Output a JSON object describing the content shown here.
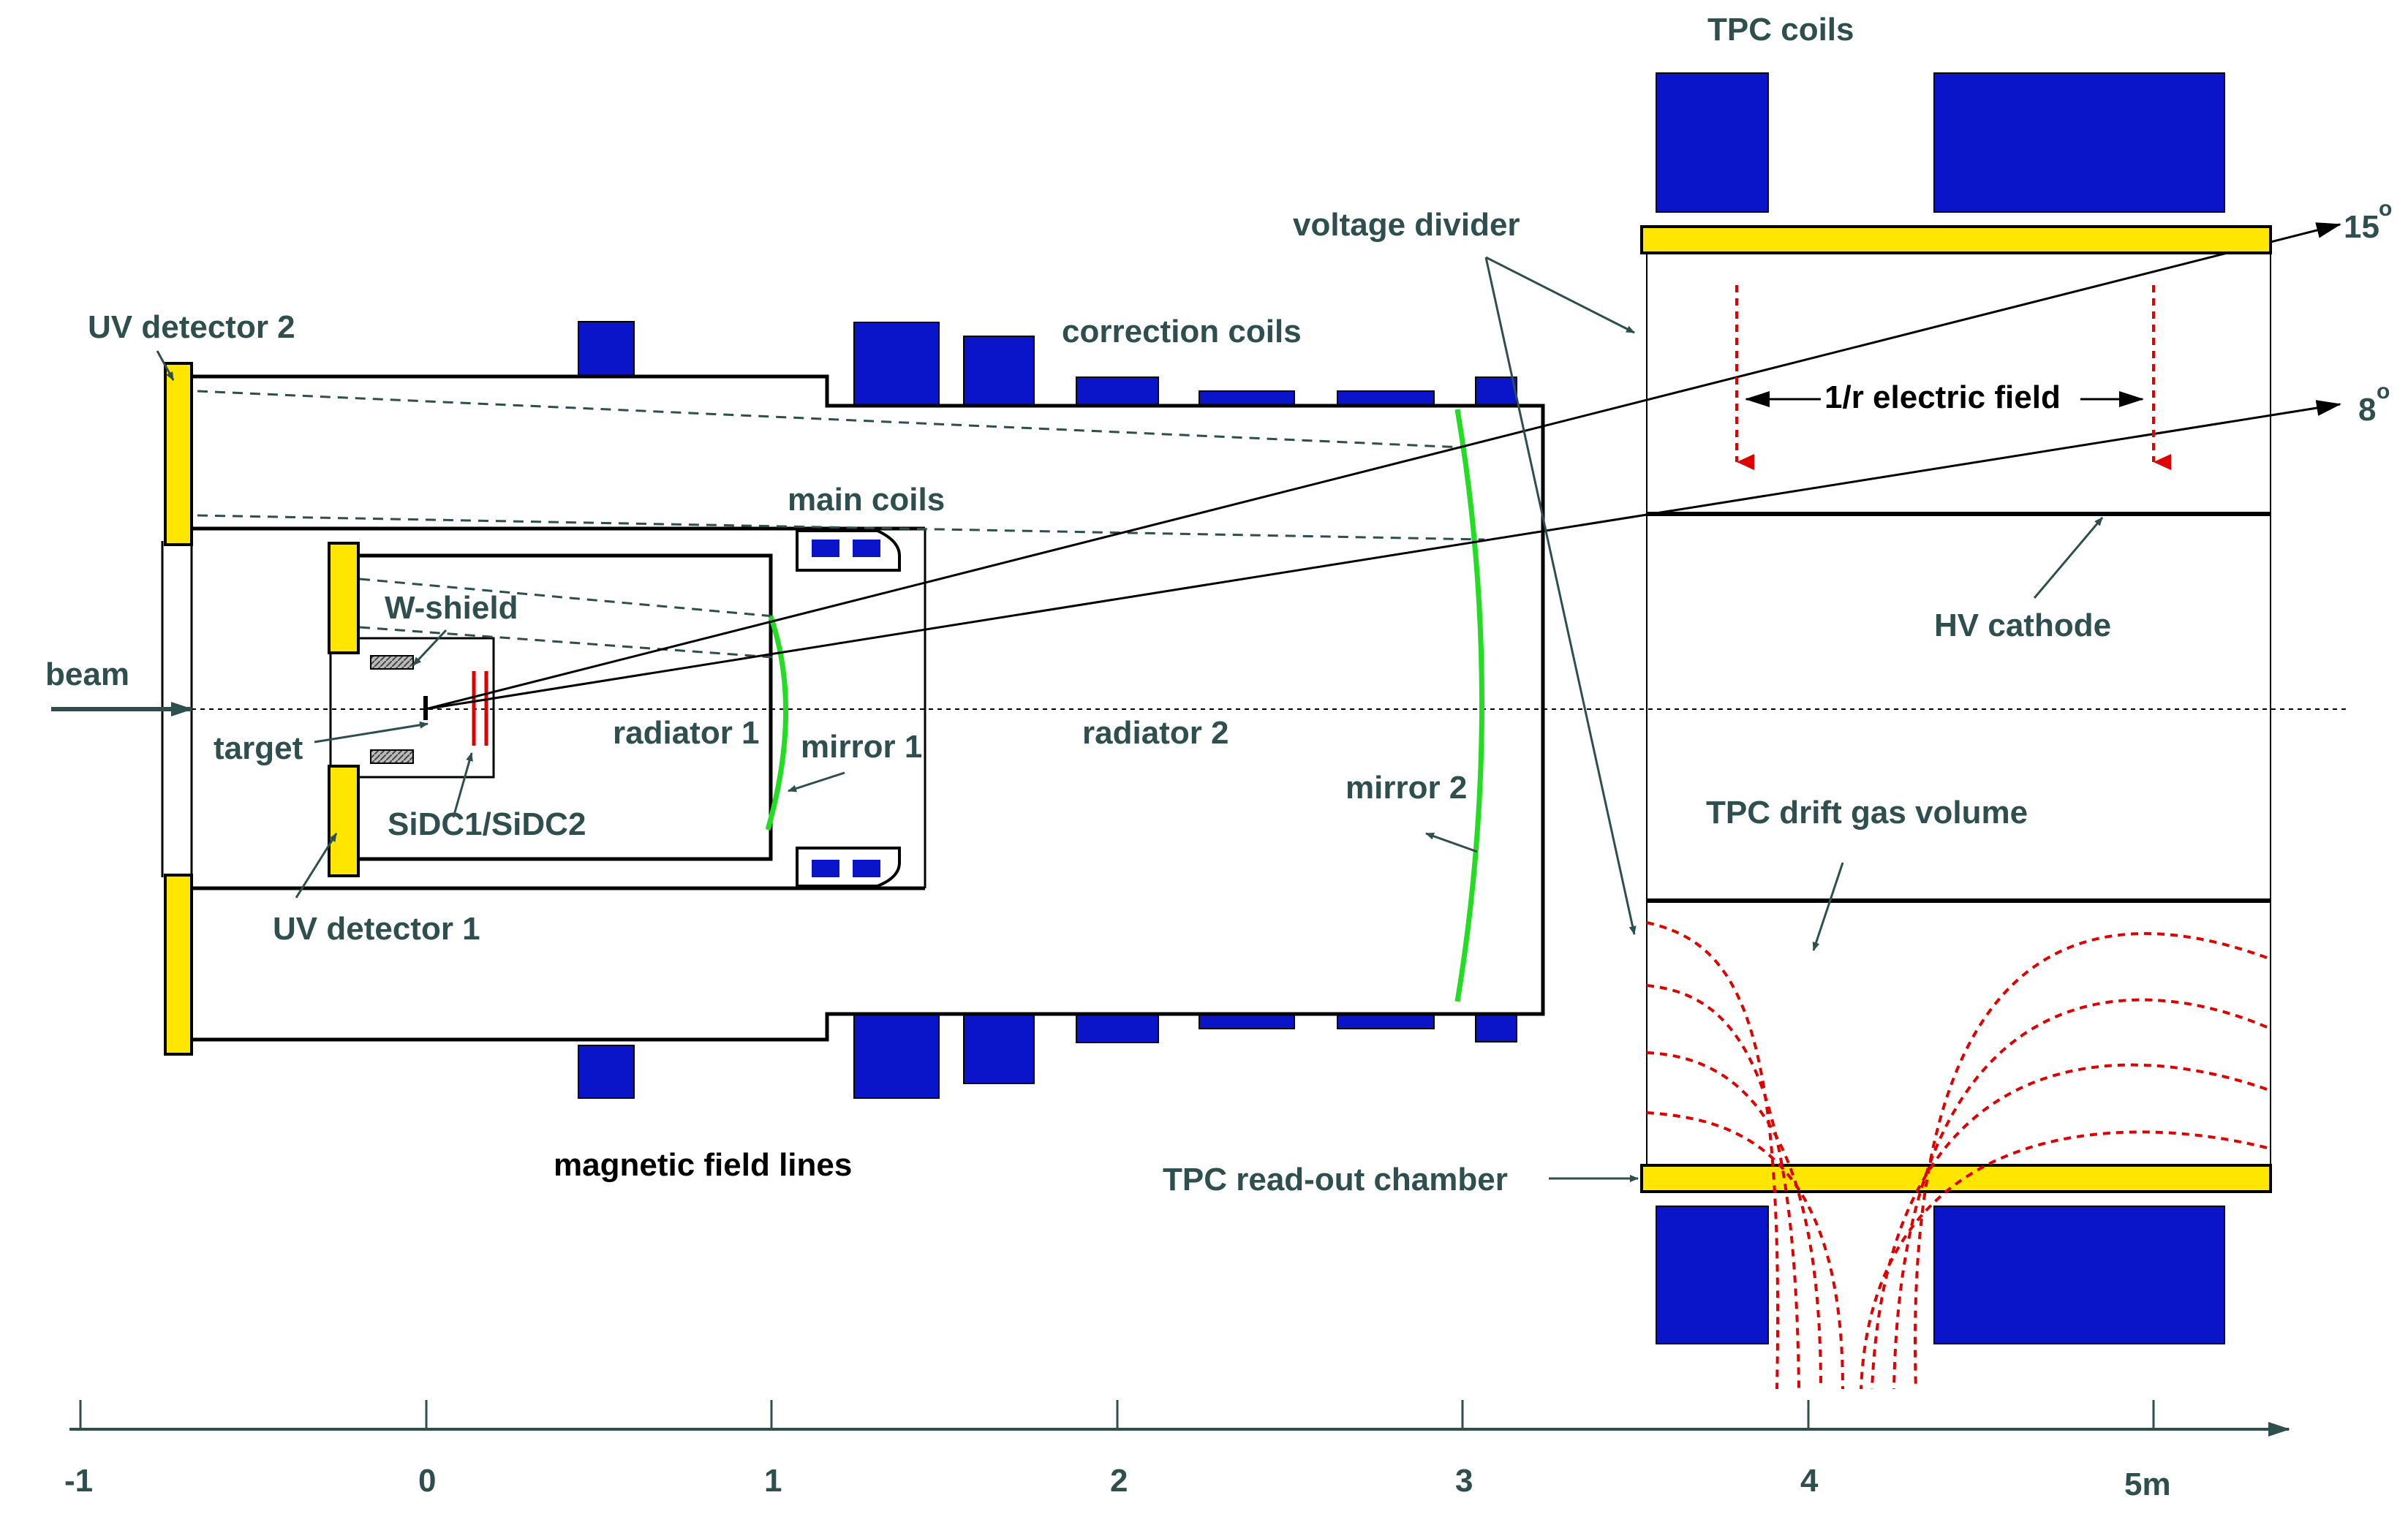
{
  "colors": {
    "coil_blue": "#0a14c8",
    "yellow": "#ffe600",
    "mirror_green": "#22dd22",
    "field_red": "#e00000",
    "label_gray": "#2f4f4f"
  },
  "labels": {
    "tpc_coils": "TPC coils",
    "voltage_divider": "voltage divider",
    "uv_detector_2": "UV detector 2",
    "correction_coils": "correction coils",
    "main_coils": "main coils",
    "w_shield": "W-shield",
    "beam": "beam",
    "target": "target",
    "radiator_1": "radiator 1",
    "mirror_1": "mirror 1",
    "radiator_2": "radiator 2",
    "sidc": "SiDC1/SiDC2",
    "uv_detector_1": "UV detector 1",
    "mirror_2": "mirror 2",
    "electric_field": "1/r electric field",
    "hv_cathode": "HV cathode",
    "drift_gas": "TPC drift gas volume",
    "readout_chamber": "TPC read-out chamber",
    "field_lines": "magnetic field lines",
    "angle_15": "15",
    "angle_8": "8",
    "degree": "o"
  },
  "axis": {
    "ticks": [
      "-1",
      "0",
      "1",
      "2",
      "3",
      "4",
      "5m"
    ]
  }
}
